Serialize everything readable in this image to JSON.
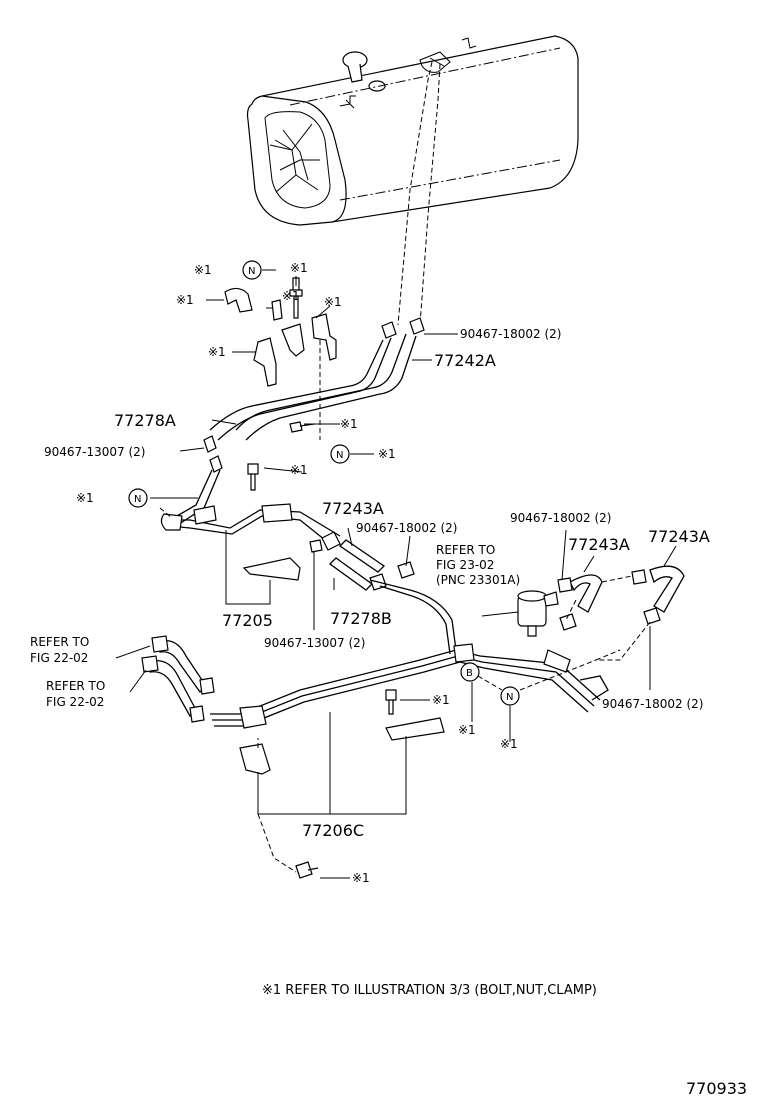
{
  "labels": {
    "p_90467_18002_top": "90467-18002 (2)",
    "p_77242A": "77242A",
    "p_77278A": "77278A",
    "p_90467_13007_top": "90467-13007 (2)",
    "p_77243A_mid": "77243A",
    "p_90467_18002_mid": "90467-18002 (2)",
    "p_90467_18002_right": "90467-18002 (2)",
    "p_77243A_r1": "77243A",
    "p_77243A_r2": "77243A",
    "p_77205": "77205",
    "p_77278B": "77278B",
    "p_90467_13007_bot": "90467-13007 (2)",
    "p_90467_18002_br": "90467-18002 (2)",
    "p_77206C": "77206C"
  },
  "refers": {
    "fig23_l1": "REFER TO",
    "fig23_l2": "FIG 23-02",
    "fig23_l3": "(PNC 23301A)",
    "fig22a_l1": "REFER TO",
    "fig22a_l2": "FIG 22-02",
    "fig22b_l1": "REFER TO",
    "fig22b_l2": "FIG 22-02"
  },
  "marks": {
    "ref_mark": "※1",
    "n_letter": "N",
    "b_letter": "B"
  },
  "footer": {
    "note": "※1  REFER TO  ILLUSTRATION  3/3  (BOLT,NUT,CLAMP)",
    "diagram_id": "770933"
  }
}
